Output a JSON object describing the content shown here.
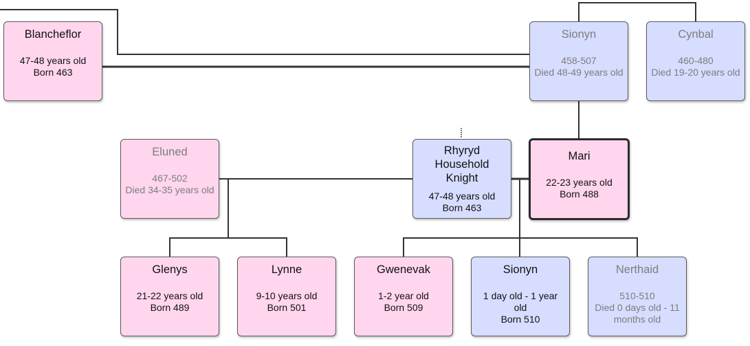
{
  "people": [
    {
      "id": "blancheflor",
      "name": "Blancheflor",
      "lines": [
        "47-48 years old",
        "Born 463"
      ],
      "gender": "female",
      "deceased": false
    },
    {
      "id": "sionyn-elder",
      "name": "Sionyn",
      "lines": [
        "458-507",
        "Died 48-49 years old"
      ],
      "gender": "male",
      "deceased": true
    },
    {
      "id": "cynbal",
      "name": "Cynbal",
      "lines": [
        "460-480",
        "Died 19-20 years old"
      ],
      "gender": "male",
      "deceased": true
    },
    {
      "id": "eluned",
      "name": "Eluned",
      "lines": [
        "467-502",
        "Died 34-35 years old"
      ],
      "gender": "female",
      "deceased": true
    },
    {
      "id": "rhyryd",
      "name": "Rhyryd Household Knight",
      "lines": [
        "47-48 years old",
        "Born 463"
      ],
      "gender": "male",
      "deceased": false
    },
    {
      "id": "mari",
      "name": "Mari",
      "lines": [
        "22-23 years old",
        "Born 488"
      ],
      "gender": "female",
      "deceased": false,
      "selected": true
    },
    {
      "id": "glenys",
      "name": "Glenys",
      "lines": [
        "21-22 years old",
        "Born 489"
      ],
      "gender": "female",
      "deceased": false
    },
    {
      "id": "lynne",
      "name": "Lynne",
      "lines": [
        "9-10 years old",
        "Born 501"
      ],
      "gender": "female",
      "deceased": false
    },
    {
      "id": "gwenevak",
      "name": "Gwenevak",
      "lines": [
        "1-2 year old",
        "Born 509"
      ],
      "gender": "female",
      "deceased": false
    },
    {
      "id": "sionyn-infant",
      "name": "Sionyn",
      "lines": [
        "1 day old - 1 year old",
        "Born 510"
      ],
      "gender": "male",
      "deceased": false
    },
    {
      "id": "nerthaid",
      "name": "Nerthaid",
      "lines": [
        "510-510",
        "Died 0 days old - 11 months old"
      ],
      "gender": "male",
      "deceased": true
    }
  ],
  "colors": {
    "female": "#ffd6ee",
    "male": "#d6ddff",
    "line": "#333333",
    "deceased_text": "#7d7d7d"
  }
}
